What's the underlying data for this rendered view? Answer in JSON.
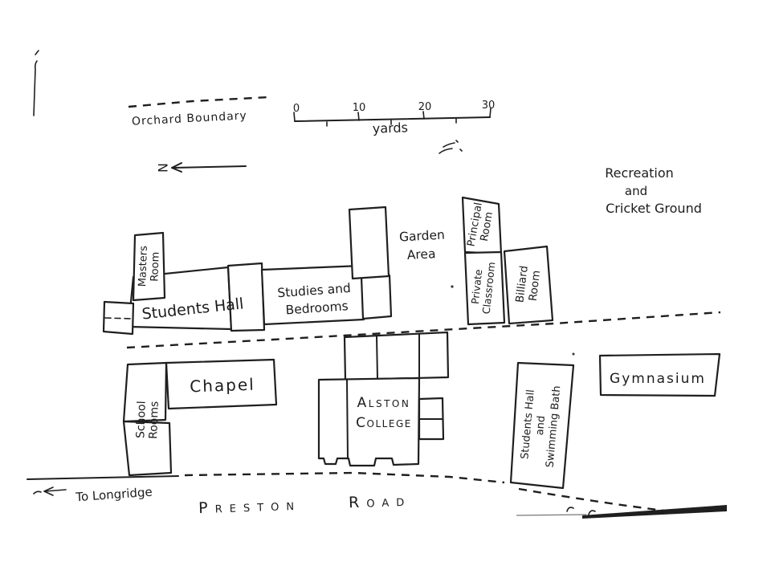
{
  "colors": {
    "paper": "#ffffff",
    "ink": "#1f1f1f"
  },
  "compass": {
    "north_label": "N"
  },
  "scale_bar": {
    "tick_labels": [
      "0",
      "10",
      "20",
      "30"
    ],
    "unit_label": "yards"
  },
  "boundaries": {
    "orchard_label": "Orchard Boundary"
  },
  "areas": {
    "recreation": {
      "line1": "Recreation",
      "line2": "and",
      "line3": "Cricket Ground"
    },
    "garden": {
      "line1": "Garden",
      "line2": "Area"
    }
  },
  "buildings": {
    "masters_room": {
      "line1": "Masters",
      "line2": "Room"
    },
    "students_hall": {
      "label": "Students Hall"
    },
    "studies_bedrooms": {
      "line1": "Studies and",
      "line2": "Bedrooms"
    },
    "principal_room": {
      "line1": "Principal",
      "line2": "Room"
    },
    "private_classroom": {
      "line1": "Private",
      "line2": "Classroom"
    },
    "billiard_room": {
      "line1": "Billiard",
      "line2": "Room"
    },
    "chapel": {
      "label": "Chapel"
    },
    "school_rooms": {
      "line1": "School",
      "line2": "Rooms"
    },
    "alston_college": {
      "line1": "Alston",
      "line2": "College"
    },
    "students_hall_swimming_bath": {
      "line1": "Students Hall",
      "line2": "and",
      "line3": "Swimming Bath"
    },
    "gymnasium": {
      "label": "Gymnasium"
    }
  },
  "roads": {
    "to_longridge_label": "To Longridge",
    "preston_road": {
      "word1": "Preston",
      "word2": "Road"
    }
  }
}
